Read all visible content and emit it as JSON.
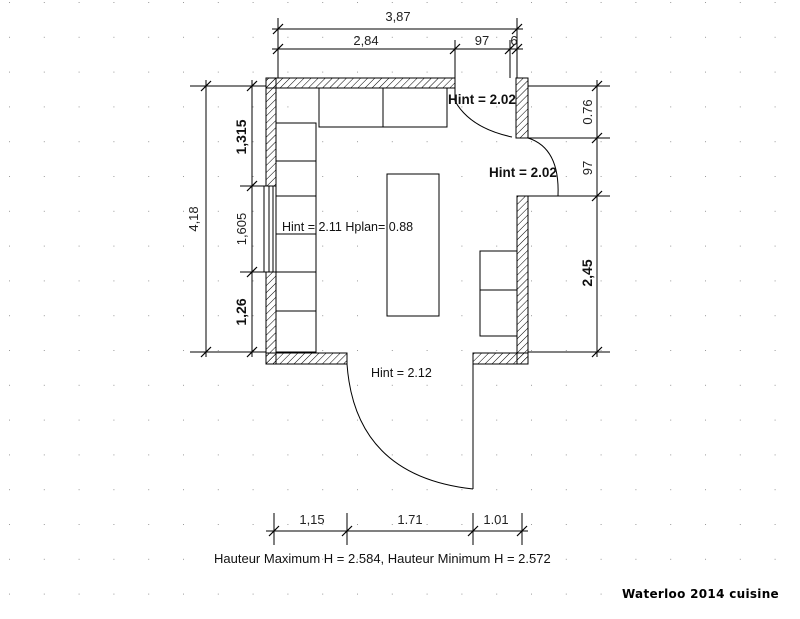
{
  "plan": {
    "caption": "Waterloo 2014  cuisine",
    "footer": "Hauteur Maximum H = 2.584,  Hauteur Minimum H = 2.572",
    "hints": {
      "top_door": "Hint = 2.02",
      "right_door": "Hint = 2.02",
      "center": "Hint = 2.11 Hplan= 0.88",
      "bottom_door": "Hint = 2.12"
    },
    "dimensions": {
      "top_total": "3,87",
      "top_a": "2,84",
      "top_b": "97",
      "top_c": "6",
      "left_total": "4,18",
      "left_a": "1,315",
      "left_b": "1,605",
      "left_c": "1,26",
      "right_a": "0.76",
      "right_b": "97",
      "right_c": "2,45",
      "bottom_a": "1,15",
      "bottom_b": "1.71",
      "bottom_c": "1.01"
    }
  }
}
